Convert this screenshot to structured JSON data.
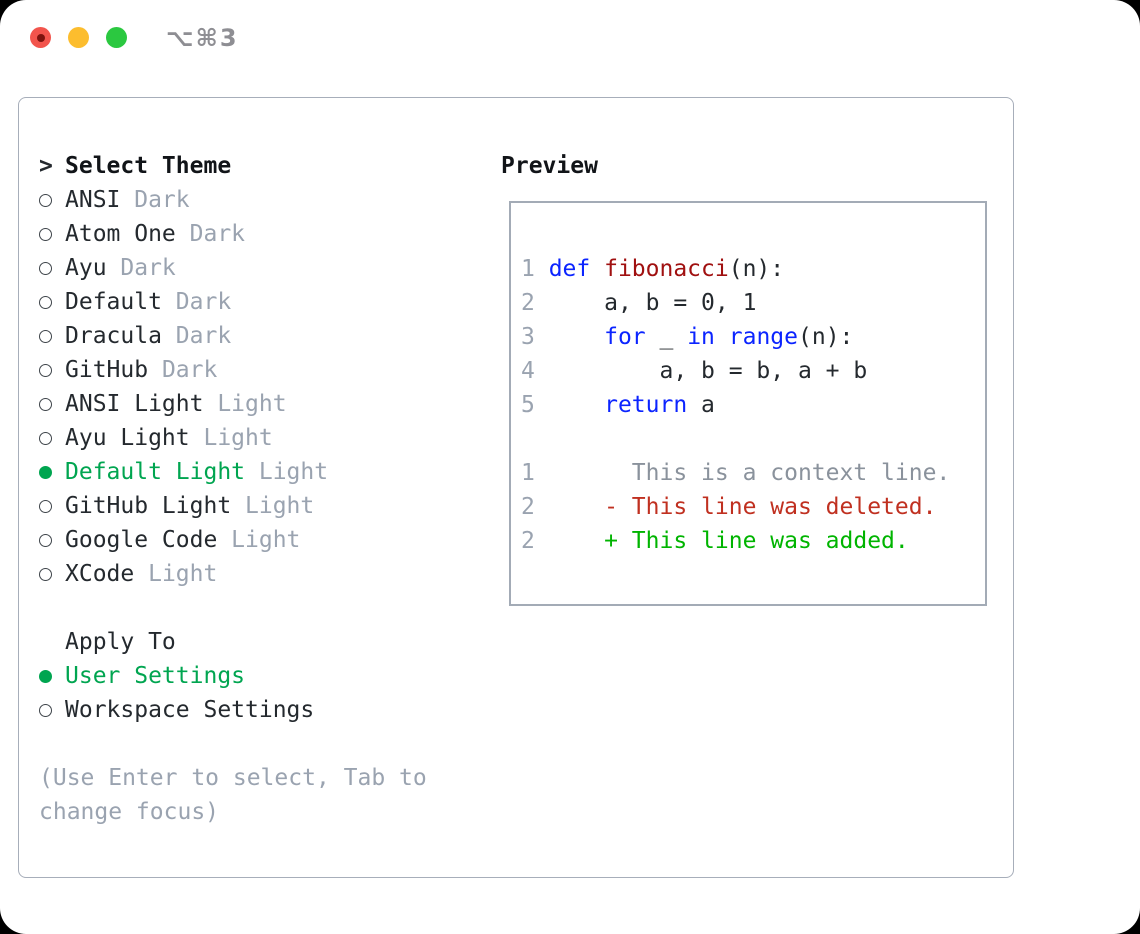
{
  "window": {
    "title_shortcut": "⌥⌘3"
  },
  "traffic_lights": {
    "close": "#f2544c",
    "close_dot": "#7d130e",
    "minimize": "#fcbd2e",
    "zoom": "#2bc840"
  },
  "colors": {
    "text": "#24292e",
    "muted": "#9aa3b0",
    "panel_border": "#a7aeba",
    "box_border": "#a3abb6",
    "green_selected": "#00a550",
    "green_added": "#00b400",
    "red_deleted": "#c03020",
    "red_function": "#a01010",
    "blue_keyword": "#0b24ff",
    "context_gray": "#8a929c"
  },
  "theme_picker": {
    "prompt": ">",
    "title": "Select Theme",
    "themes": [
      {
        "name": "ANSI",
        "variant": "Dark",
        "selected": false
      },
      {
        "name": "Atom One",
        "variant": "Dark",
        "selected": false
      },
      {
        "name": "Ayu",
        "variant": "Dark",
        "selected": false
      },
      {
        "name": "Default",
        "variant": "Dark",
        "selected": false
      },
      {
        "name": "Dracula",
        "variant": "Dark",
        "selected": false
      },
      {
        "name": "GitHub",
        "variant": "Dark",
        "selected": false
      },
      {
        "name": "ANSI Light",
        "variant": "Light",
        "selected": false
      },
      {
        "name": "Ayu Light",
        "variant": "Light",
        "selected": false
      },
      {
        "name": "Default Light",
        "variant": "Light",
        "selected": true
      },
      {
        "name": "GitHub Light",
        "variant": "Light",
        "selected": false
      },
      {
        "name": "Google Code",
        "variant": "Light",
        "selected": false
      },
      {
        "name": "XCode",
        "variant": "Light",
        "selected": false
      }
    ],
    "apply_to": {
      "title": "Apply To",
      "options": [
        {
          "label": "User Settings",
          "selected": true
        },
        {
          "label": "Workspace Settings",
          "selected": false
        }
      ]
    },
    "hint": "(Use Enter to select, Tab to change focus)"
  },
  "preview": {
    "title": "Preview",
    "lines": [
      {
        "num": "1",
        "segments": [
          {
            "t": "def ",
            "s": "kw"
          },
          {
            "t": "fibonacci",
            "s": "fn"
          },
          {
            "t": "(n):",
            "s": "plain"
          }
        ]
      },
      {
        "num": "2",
        "segments": [
          {
            "t": "    a, b = 0, 1",
            "s": "plain"
          }
        ]
      },
      {
        "num": "3",
        "segments": [
          {
            "t": "    ",
            "s": "plain"
          },
          {
            "t": "for",
            "s": "kw"
          },
          {
            "t": " _ ",
            "s": "plain"
          },
          {
            "t": "in",
            "s": "kw"
          },
          {
            "t": " ",
            "s": "plain"
          },
          {
            "t": "range",
            "s": "kw"
          },
          {
            "t": "(n):",
            "s": "plain"
          }
        ]
      },
      {
        "num": "4",
        "segments": [
          {
            "t": "        a, b = b, a + b",
            "s": "plain"
          }
        ]
      },
      {
        "num": "5",
        "segments": [
          {
            "t": "    ",
            "s": "plain"
          },
          {
            "t": "return",
            "s": "kw"
          },
          {
            "t": " a",
            "s": "plain"
          }
        ]
      },
      {
        "num": "",
        "segments": []
      },
      {
        "num": "1",
        "segments": [
          {
            "t": "      This is a context line.",
            "s": "ctx"
          }
        ]
      },
      {
        "num": "2",
        "segments": [
          {
            "t": "    - This line was deleted.",
            "s": "del"
          }
        ]
      },
      {
        "num": "2",
        "segments": [
          {
            "t": "    + This line was added.",
            "s": "add"
          }
        ]
      }
    ]
  }
}
